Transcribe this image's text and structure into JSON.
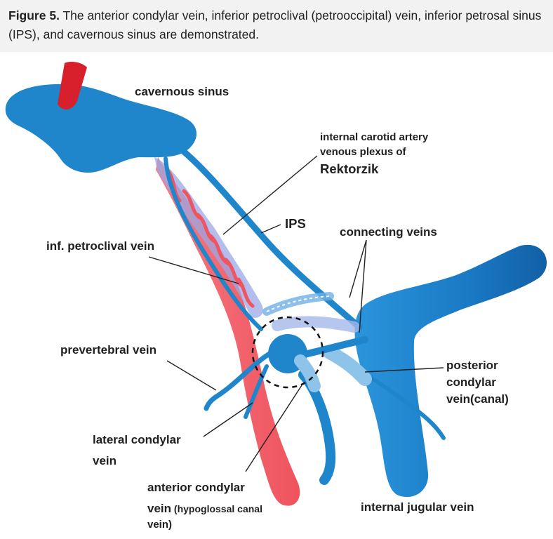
{
  "caption": {
    "figure_label": "Figure 5.",
    "text": " The anterior condylar vein, inferior petroclival (petrooccipital) vein, inferior petrosal sinus (IPS), and cavernous sinus are demonstrated."
  },
  "labels": {
    "cavernous_sinus": "cavernous sinus",
    "ica_plexus_line1": "internal carotid artery",
    "ica_plexus_line2": "venous plexus of",
    "ica_plexus_line3": "Rektorzik",
    "ips": "IPS",
    "connecting_veins": "connecting veins",
    "inf_petroclival_vein": "inf. petroclival vein",
    "prevertebral_vein": "prevertebral vein",
    "posterior_condylar_line1": "posterior",
    "posterior_condylar_line2": "condylar",
    "posterior_condylar_line3": "vein(canal)",
    "lateral_condylar_line1": "lateral condylar",
    "lateral_condylar_line2": "vein",
    "anterior_condylar_line1": "anterior condylar",
    "anterior_condylar_line2": "vein",
    "anterior_condylar_note": " (hypoglossal canal",
    "anterior_condylar_line3": "vein)",
    "internal_jugular_vein": "internal jugular vein"
  },
  "colors": {
    "vein_blue": "#1f86cc",
    "vein_dark": "#1565a8",
    "artery_red": "#f2545e",
    "artery_dark": "#d81f2c",
    "caption_bg": "#f2f2f2"
  }
}
